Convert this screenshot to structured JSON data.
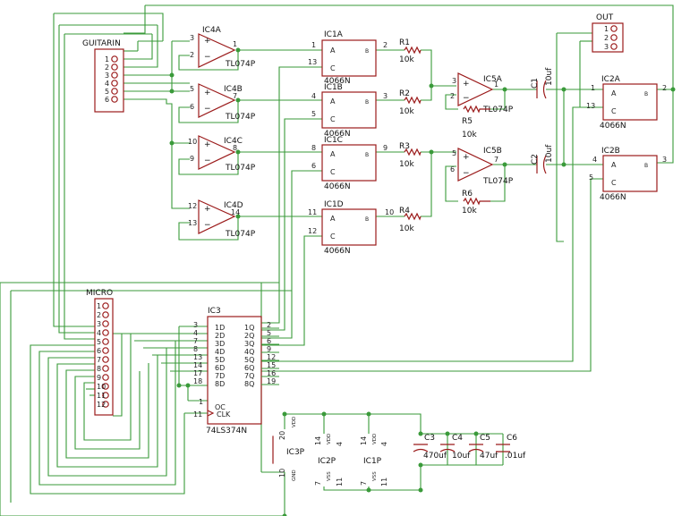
{
  "connectors": {
    "guitarin": {
      "label": "GUITARIN",
      "pins": [
        "1",
        "2",
        "3",
        "4",
        "5",
        "6"
      ]
    },
    "micro": {
      "label": "MICRO",
      "pins": [
        "1",
        "2",
        "3",
        "4",
        "5",
        "6",
        "7",
        "8",
        "9",
        "10",
        "11",
        "12"
      ]
    },
    "out": {
      "label": "OUT",
      "pins": [
        "1",
        "2",
        "3"
      ]
    }
  },
  "opamps": [
    {
      "name": "IC4A",
      "part": "TL074P",
      "in_plus": "3",
      "in_minus": "2",
      "out": "1"
    },
    {
      "name": "IC4B",
      "part": "TL074P",
      "in_plus": "5",
      "in_minus": "6",
      "out": "7"
    },
    {
      "name": "IC4C",
      "part": "TL074P",
      "in_plus": "10",
      "in_minus": "9",
      "out": "8"
    },
    {
      "name": "IC4D",
      "part": "TL074P",
      "in_plus": "12",
      "in_minus": "13",
      "out": "14"
    },
    {
      "name": "IC5A",
      "part": "TL074P",
      "in_plus": "3",
      "in_minus": "2",
      "out": "1"
    },
    {
      "name": "IC5B",
      "part": "TL074P",
      "in_plus": "5",
      "in_minus": "6",
      "out": "7"
    }
  ],
  "switches": [
    {
      "name": "IC1A",
      "part": "4066N",
      "a": "A",
      "b": "B",
      "c": "C",
      "pa": "1",
      "pb": "2",
      "pc": "13"
    },
    {
      "name": "IC1B",
      "part": "4066N",
      "a": "A",
      "b": "B",
      "c": "C",
      "pa": "4",
      "pb": "3",
      "pc": "5"
    },
    {
      "name": "IC1C",
      "part": "4066N",
      "a": "A",
      "b": "B",
      "c": "C",
      "pa": "8",
      "pb": "9",
      "pc": "6"
    },
    {
      "name": "IC1D",
      "part": "4066N",
      "a": "A",
      "b": "B",
      "c": "C",
      "pa": "11",
      "pb": "10",
      "pc": "12"
    },
    {
      "name": "IC2A",
      "part": "4066N",
      "a": "A",
      "b": "B",
      "c": "C",
      "pa": "1",
      "pb": "2",
      "pc": "13"
    },
    {
      "name": "IC2B",
      "part": "4066N",
      "a": "A",
      "b": "B",
      "c": "C",
      "pa": "4",
      "pb": "3",
      "pc": "5"
    }
  ],
  "resistors": [
    {
      "name": "R1",
      "value": "10k"
    },
    {
      "name": "R2",
      "value": "10k"
    },
    {
      "name": "R3",
      "value": "10k"
    },
    {
      "name": "R4",
      "value": "10k"
    },
    {
      "name": "R5",
      "value": "10k"
    },
    {
      "name": "R6",
      "value": "10k"
    }
  ],
  "coupling_caps": [
    {
      "name": "C1",
      "value": "10uf"
    },
    {
      "name": "C2",
      "value": "10uf"
    }
  ],
  "latch": {
    "name": "IC3",
    "part": "74LS374N",
    "d_labels": [
      "1D",
      "2D",
      "3D",
      "4D",
      "5D",
      "6D",
      "7D",
      "8D"
    ],
    "d_pins": [
      "3",
      "4",
      "7",
      "8",
      "13",
      "14",
      "17",
      "18"
    ],
    "q_labels": [
      "1Q",
      "2Q",
      "3Q",
      "4Q",
      "5Q",
      "6Q",
      "7Q",
      "8Q"
    ],
    "q_pins": [
      "2",
      "5",
      "6",
      "9",
      "12",
      "15",
      "16",
      "19"
    ],
    "oc_label": "OC",
    "oc_pin": "1",
    "clk_label": "CLK",
    "clk_pin": "11"
  },
  "power": {
    "ic3p": {
      "name": "IC3P",
      "vdd": "VDD",
      "gnd": "GND",
      "pin_vdd": "20",
      "pin_gnd": "10"
    },
    "ic2p": {
      "name": "IC2P",
      "vdd": "VDD",
      "vss": "VSS",
      "pin_vdd": "14",
      "pin_vss": "7"
    },
    "ic1p": {
      "name": "IC1P",
      "vdd": "VDD",
      "vss": "VSS",
      "pin_vdd": "14",
      "pin_vss": "7"
    },
    "ic_tl_a": {
      "vdd_pin": "4",
      "vss_pin": "11"
    },
    "ic_tl_b": {
      "vdd_pin": "4",
      "vss_pin": "11"
    }
  },
  "decoupling_caps": [
    {
      "name": "C3",
      "value": "470uf"
    },
    {
      "name": "C4",
      "value": "10uf"
    },
    {
      "name": "C5",
      "value": "47uf"
    },
    {
      "name": "C6",
      "value": ".01uf"
    }
  ]
}
